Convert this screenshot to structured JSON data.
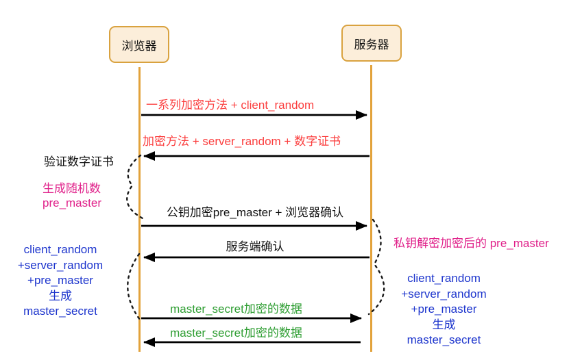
{
  "diagram": {
    "actors": {
      "left": "浏览器",
      "right": "服务器"
    },
    "messages": {
      "m1": "一系列加密方法 + client_random",
      "m2": "加密方法  + server_random + 数字证书",
      "m3": "公钥加密pre_master + 浏览器确认",
      "m4": "服务端确认",
      "m5": "master_secret加密的数据",
      "m6": "master_secret加密的数据"
    },
    "notes": {
      "verify_cert": "验证数字证书",
      "gen_random_line1": "生成随机数",
      "gen_random_line2": "pre_master",
      "decrypt_premaster": "私钥解密加密后的 pre_master",
      "left_derive": [
        "client_random",
        "+server_random",
        "+pre_master",
        "生成",
        "master_secret"
      ],
      "right_derive": [
        "client_random",
        "+server_random",
        "+pre_master",
        "生成",
        "master_secret"
      ]
    },
    "colors": {
      "lifeline_orange": "#E2A23B",
      "box_fill": "#FCEEDA",
      "box_border": "#D9A23F",
      "message_red": "#FB3E3E",
      "note_magenta": "#E0218A",
      "derive_blue": "#1D35CD",
      "data_green": "#2F9E33",
      "arrow_black": "#000000"
    }
  }
}
